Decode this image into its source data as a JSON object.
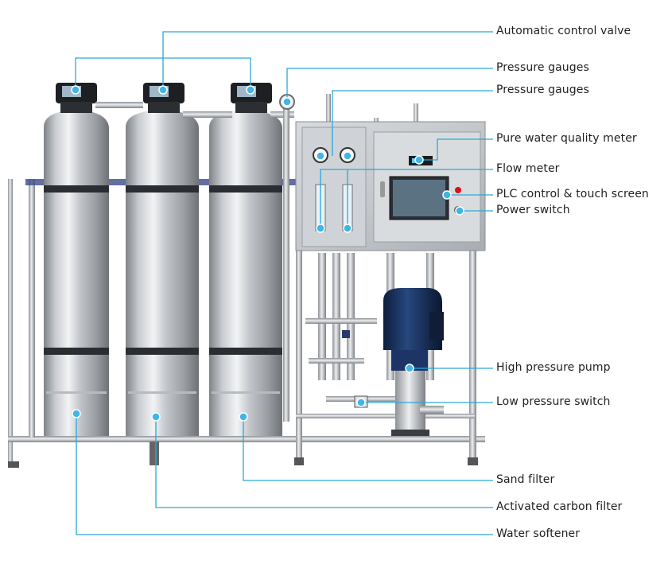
{
  "labels": {
    "automatic_control_valve": "Automatic control valve",
    "pressure_gauges_1": "Pressure gauges",
    "pressure_gauges_2": "Pressure gauges",
    "pure_water_quality_meter": "Pure water quality meter",
    "flow_meter": "Flow meter",
    "plc_control": "PLC control & touch screen",
    "power_switch": "Power switch",
    "high_pressure_pump": "High pressure pump",
    "low_pressure_switch": "Low pressure switch",
    "sand_filter": "Sand filter",
    "activated_carbon_filter": "Activated carbon filter",
    "water_softener": "Water softener"
  },
  "colors": {
    "leader_line": "#2aa7d8",
    "dot": "#3fb6e8",
    "steel_light": "#e4e6e8",
    "steel_dark": "#8d9196"
  }
}
